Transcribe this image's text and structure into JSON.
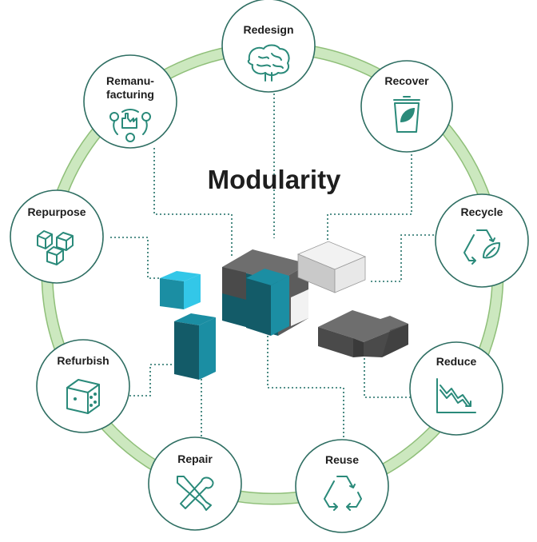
{
  "diagram": {
    "title": "Modularity",
    "colors": {
      "ring": "#cce8bf",
      "ring_edge": "#8fbf79",
      "node_stroke": "#2e6e62",
      "icon": "#2a8a7a",
      "connector": "#1f6f66",
      "teal_light": "#33c7e8",
      "teal_mid": "#1b8ea3",
      "teal_dark": "#135b68",
      "grey_top": "#6e6e6e",
      "grey_side": "#4a4a4a",
      "grey_dark": "#3a3a3a",
      "light_top": "#f2f2f2",
      "light_side": "#c9c9c9"
    },
    "nodes": [
      {
        "label": "Redesign",
        "icon": "brain-icon"
      },
      {
        "label": "Recover",
        "icon": "bin-icon"
      },
      {
        "label": "Recycle",
        "icon": "recycle-leaf-icon"
      },
      {
        "label": "Reduce",
        "icon": "decline-chart-icon"
      },
      {
        "label": "Reuse",
        "icon": "recycle-icon"
      },
      {
        "label": "Repair",
        "icon": "tools-icon"
      },
      {
        "label": "Refurbish",
        "icon": "dice-box-icon"
      },
      {
        "label": "Repurpose",
        "icon": "cubes-icon"
      },
      {
        "label_lines": [
          "Remanu-",
          "facturing"
        ],
        "icon": "factory-cycle-icon"
      }
    ]
  }
}
